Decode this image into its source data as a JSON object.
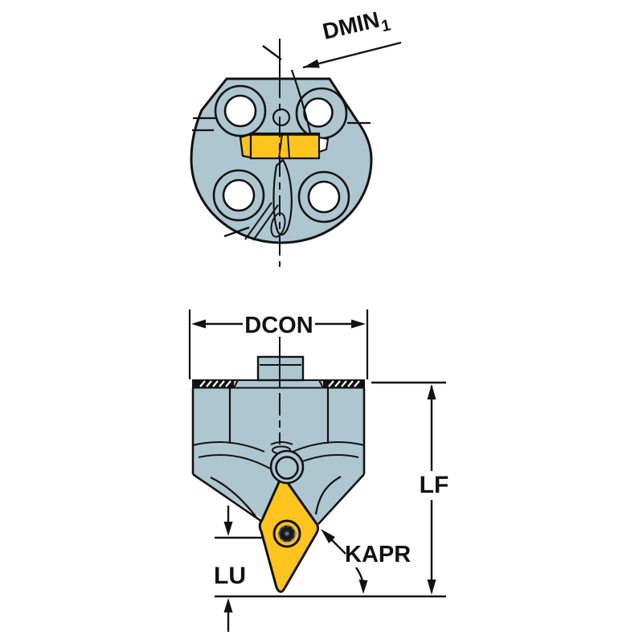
{
  "colors": {
    "background": "#ffffff",
    "body_fill": "#aec6cf",
    "insert_fill": "#ffc41e",
    "outline": "#121212",
    "bore_fill": "#ffffff",
    "serration_fill": "#121212",
    "screw_outer": "#2e2e2e",
    "screw_mid": "#262626",
    "screw_inner": "#b3b3b3",
    "screw_center": "#6e6e6e"
  },
  "labels": {
    "dmin": {
      "base": "DMIN",
      "sub": "1"
    },
    "dcon": "DCON",
    "lf": "LF",
    "lu": "LU",
    "kapr": "KAPR"
  }
}
